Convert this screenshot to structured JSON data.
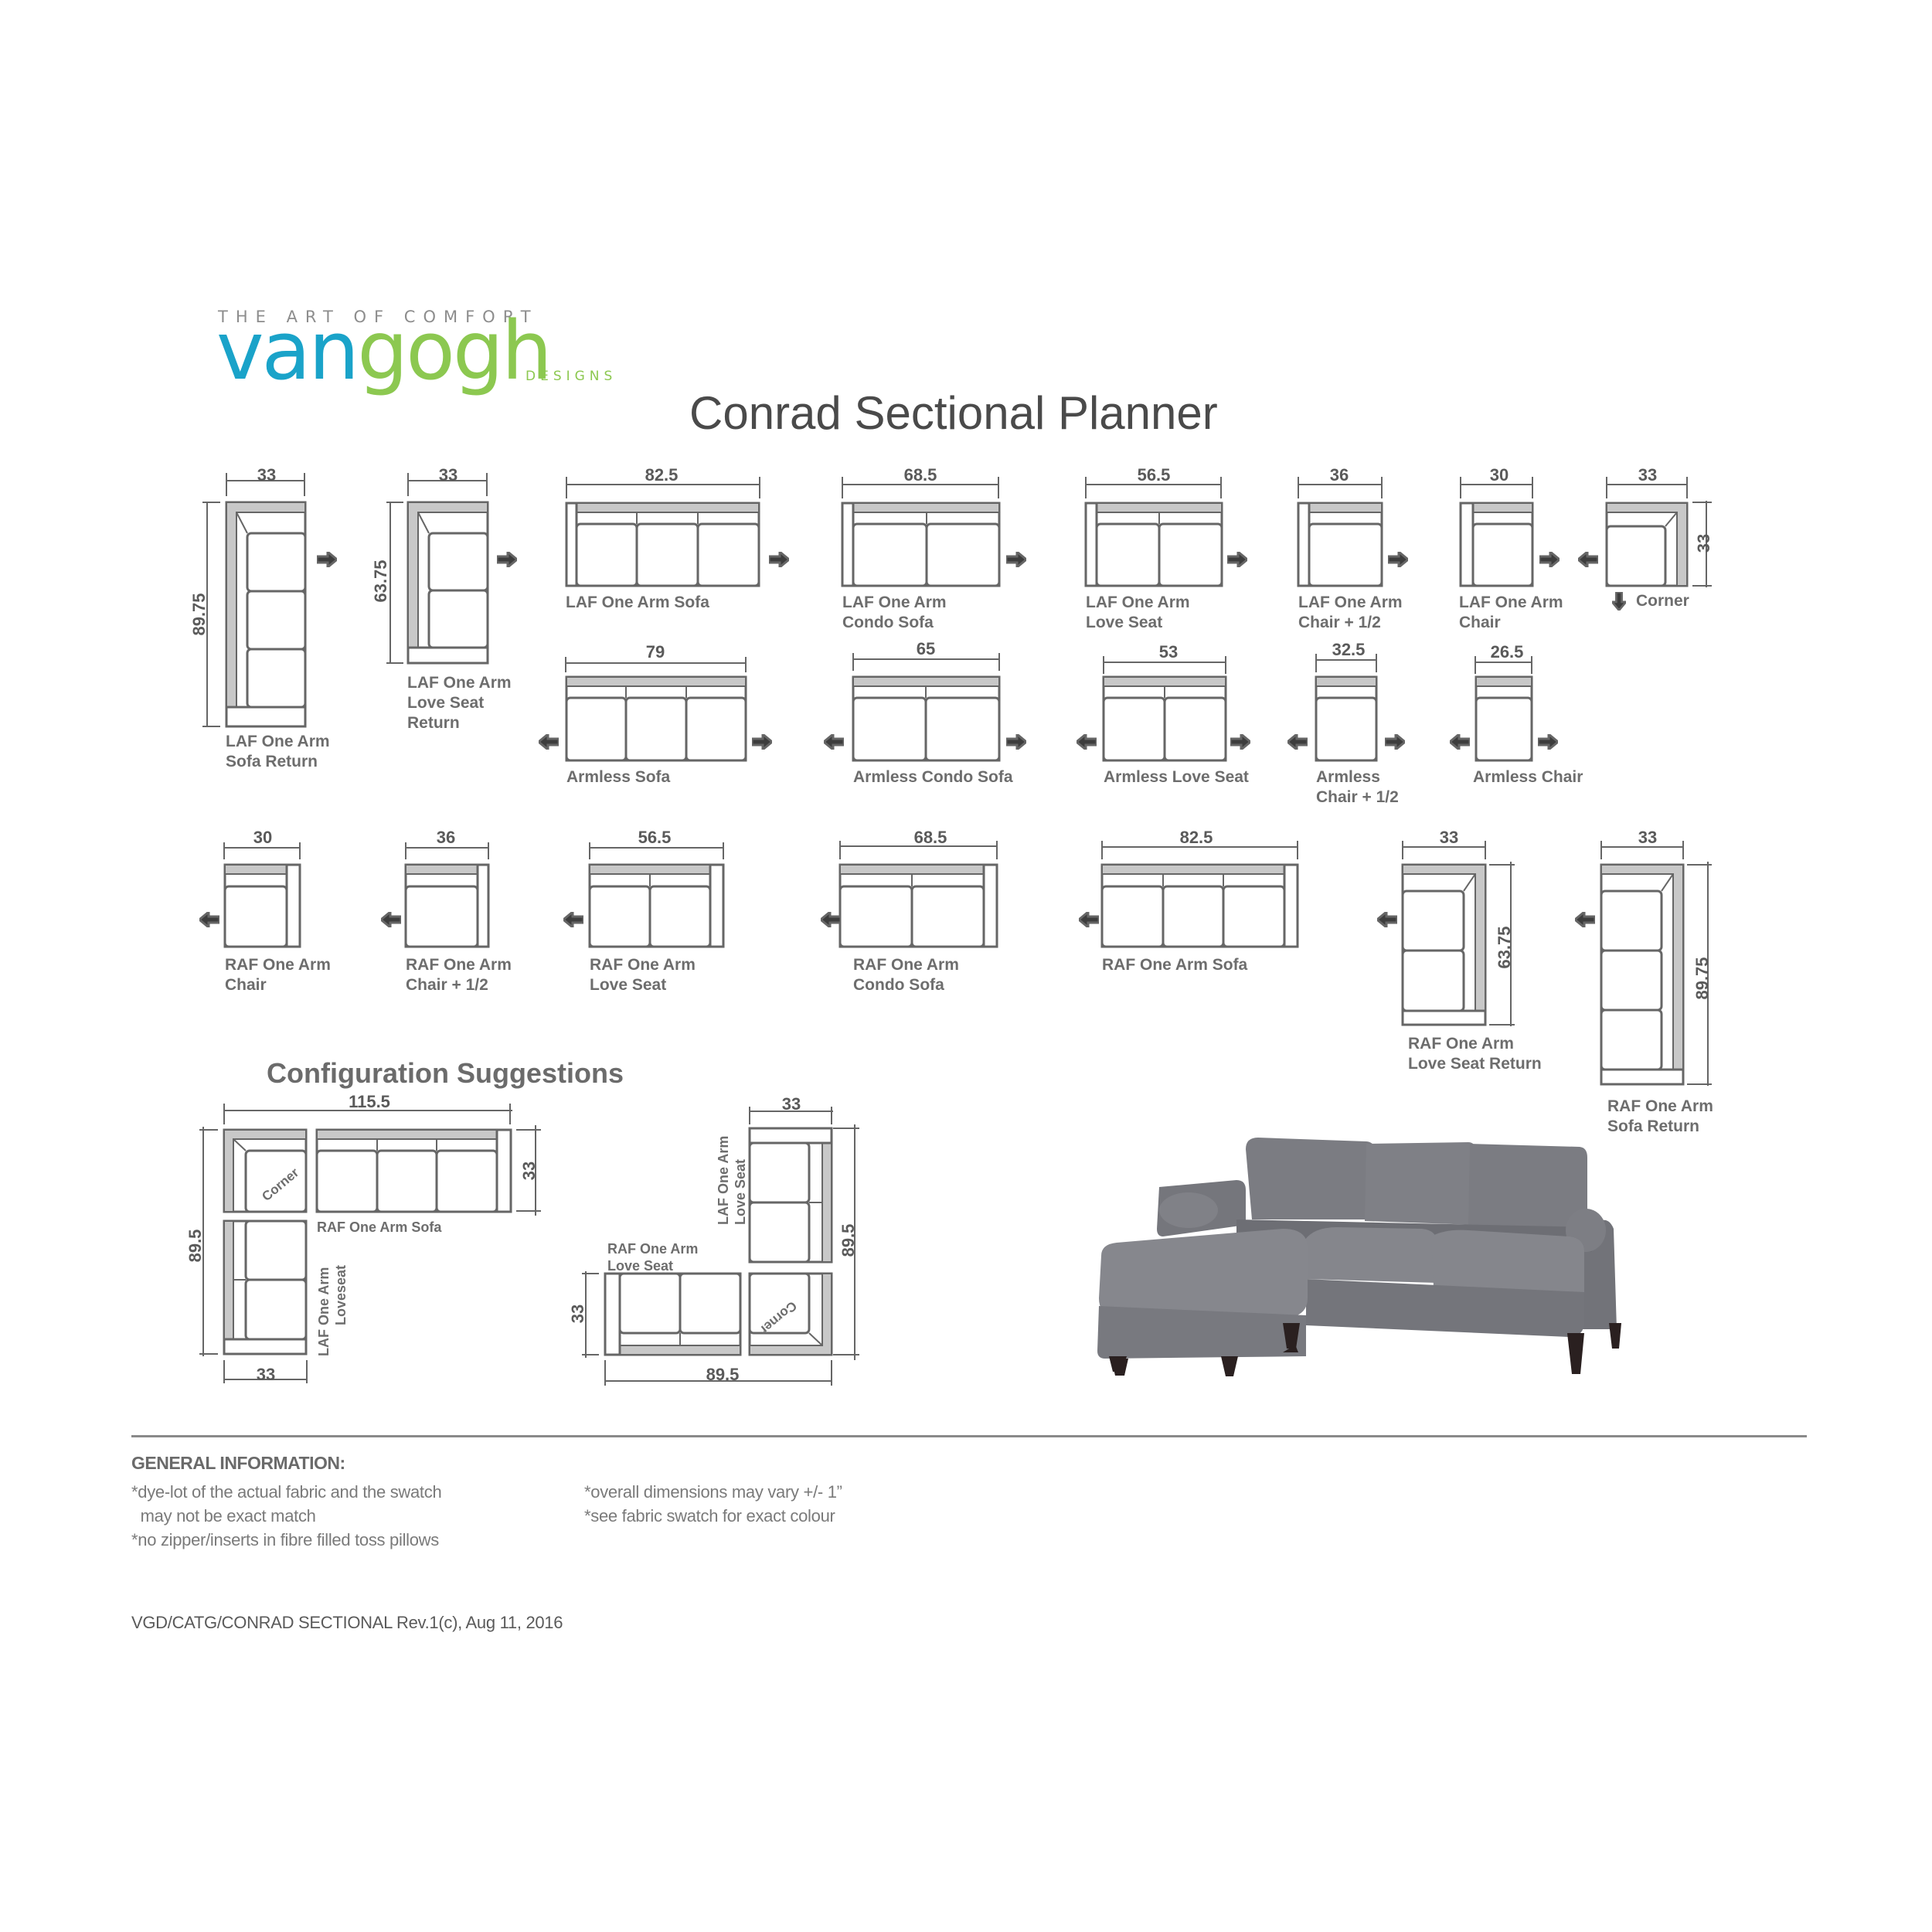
{
  "brand": {
    "tagline": "THE ART OF COMFORT",
    "name_part1": "van",
    "name_part2": "gogh",
    "sub": "DESIGNS",
    "colors": {
      "blue": "#1aa3c9",
      "green": "#8cc850",
      "grey": "#8d8d8d"
    }
  },
  "title": "Conrad Sectional Planner",
  "modules": [
    {
      "id": "laf-sofa-return",
      "label": [
        "LAF One Arm",
        "Sofa Return"
      ],
      "width": "33",
      "depth": "89.75",
      "arrow": "right"
    },
    {
      "id": "laf-love-seat-return",
      "label": [
        "LAF One Arm",
        "Love Seat",
        "Return"
      ],
      "width": "33",
      "depth": "63.75",
      "arrow": "right"
    },
    {
      "id": "laf-sofa",
      "label": [
        "LAF One Arm Sofa"
      ],
      "width": "82.5",
      "arrow": "right"
    },
    {
      "id": "laf-condo-sofa",
      "label": [
        "LAF One Arm",
        "Condo Sofa"
      ],
      "width": "68.5",
      "arrow": "right"
    },
    {
      "id": "laf-love-seat",
      "label": [
        "LAF One Arm",
        "Love Seat"
      ],
      "width": "56.5",
      "arrow": "right"
    },
    {
      "id": "laf-chair-half",
      "label": [
        "LAF One Arm",
        "Chair + 1/2"
      ],
      "width": "36",
      "arrow": "right"
    },
    {
      "id": "laf-chair",
      "label": [
        "LAF One Arm",
        "Chair"
      ],
      "width": "30",
      "arrow": "right"
    },
    {
      "id": "corner",
      "label": [
        "Corner"
      ],
      "width": "33",
      "depth": "33",
      "arrow": "left-down"
    },
    {
      "id": "armless-sofa",
      "label": [
        "Armless Sofa"
      ],
      "width": "79",
      "arrow": "both"
    },
    {
      "id": "armless-condo-sofa",
      "label": [
        "Armless Condo Sofa"
      ],
      "width": "65",
      "arrow": "both"
    },
    {
      "id": "armless-love-seat",
      "label": [
        "Armless Love Seat"
      ],
      "width": "53",
      "arrow": "both"
    },
    {
      "id": "armless-chair-half",
      "label": [
        "Armless",
        "Chair + 1/2"
      ],
      "width": "32.5",
      "arrow": "both"
    },
    {
      "id": "armless-chair",
      "label": [
        "Armless Chair"
      ],
      "width": "26.5",
      "arrow": "both"
    },
    {
      "id": "raf-chair",
      "label": [
        "RAF One Arm",
        "Chair"
      ],
      "width": "30",
      "arrow": "left"
    },
    {
      "id": "raf-chair-half",
      "label": [
        "RAF One Arm",
        "Chair + 1/2"
      ],
      "width": "36",
      "arrow": "left"
    },
    {
      "id": "raf-love-seat",
      "label": [
        "RAF One Arm",
        "Love Seat"
      ],
      "width": "56.5",
      "arrow": "left"
    },
    {
      "id": "raf-condo-sofa",
      "label": [
        "RAF One Arm",
        "Condo Sofa"
      ],
      "width": "68.5",
      "arrow": "left"
    },
    {
      "id": "raf-sofa",
      "label": [
        "RAF One Arm Sofa"
      ],
      "width": "82.5",
      "arrow": "left"
    },
    {
      "id": "raf-love-seat-return",
      "label": [
        "RAF One Arm",
        "Love Seat Return"
      ],
      "width": "33",
      "depth": "63.75",
      "arrow": "left"
    },
    {
      "id": "raf-sofa-return",
      "label": [
        "RAF One Arm",
        "Sofa Return"
      ],
      "width": "33",
      "depth": "89.75",
      "arrow": "left"
    }
  ],
  "configurations": {
    "title": "Configuration Suggestions",
    "config1": {
      "overall_width": "115.5",
      "overall_depth": "89.5",
      "sofa_depth": "33",
      "bottom_width": "33",
      "corner_label": "Corner",
      "sofa_label": "RAF One Arm Sofa",
      "loveseat_label": [
        "LAF One Arm",
        "Loveseat"
      ]
    },
    "config2": {
      "top_width": "33",
      "overall_depth": "89.5",
      "overall_width": "89.5",
      "left_depth": "33",
      "corner_label": "Corner",
      "laf_label": [
        "LAF One Arm",
        "Love Seat"
      ],
      "raf_label": [
        "RAF One Arm",
        "Love Seat"
      ]
    }
  },
  "photo": {
    "subject": "grey sectional sofa with chaise",
    "fabric_color": "#7d7d82",
    "leg_color": "#2a2020"
  },
  "general_info": {
    "title": "GENERAL INFORMATION:",
    "col1": [
      "*dye-lot of the actual fabric and the swatch",
      "  may not be exact match",
      "*no zipper/inserts in fibre filled toss pillows"
    ],
    "col2": [
      "*overall dimensions may vary +/- 1”",
      "*see fabric swatch for exact colour"
    ]
  },
  "footer": "VGD/CATG/CONRAD SECTIONAL Rev.1(c), Aug 11, 2016"
}
